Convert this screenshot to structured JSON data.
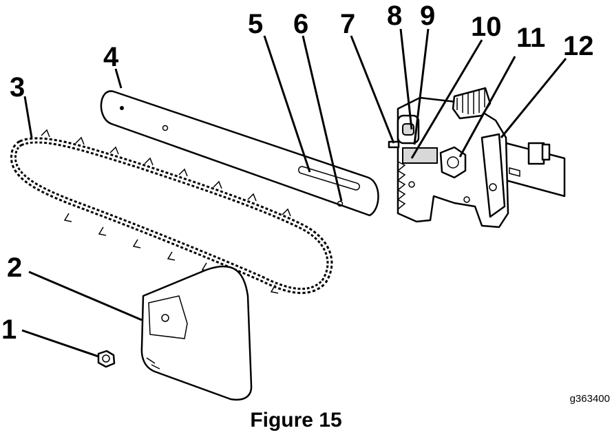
{
  "figure": {
    "caption": "Figure 15",
    "reference_code": "g363400",
    "callouts": [
      {
        "number": "1",
        "part": "chain-bar-nut"
      },
      {
        "number": "2",
        "part": "sprocket-cover"
      },
      {
        "number": "3",
        "part": "chain"
      },
      {
        "number": "4",
        "part": "guide-bar"
      },
      {
        "number": "5",
        "part": "guide-bar-slot"
      },
      {
        "number": "6",
        "part": "chain-adjuster-hole"
      },
      {
        "number": "7",
        "part": "mounting-stud"
      },
      {
        "number": "8",
        "part": "sprocket"
      },
      {
        "number": "9",
        "part": "chain-tensioner-pin"
      },
      {
        "number": "10",
        "part": "tensioner-screw"
      },
      {
        "number": "11",
        "part": "tensioner-knob"
      },
      {
        "number": "12",
        "part": "drive-shaft-housing"
      }
    ]
  }
}
